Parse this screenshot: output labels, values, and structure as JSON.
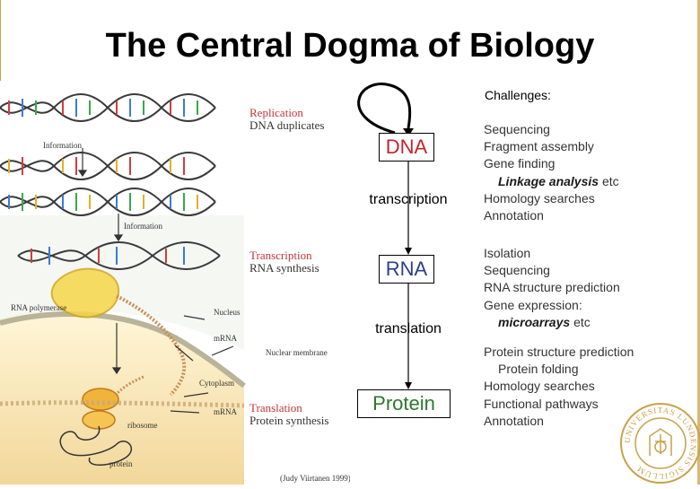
{
  "title": "The Central Dogma of Biology",
  "figure": {
    "labels": {
      "replication": "Replication",
      "dna_duplicates": "DNA duplicates",
      "information_1": "Information",
      "information_2": "Information",
      "transcription": "Transcription",
      "rna_synthesis": "RNA synthesis",
      "rna_polymerase": "RNA polymerase",
      "nucleus": "Nucleus",
      "mrna_1": "mRNA",
      "nuclear_membrane": "Nuclear membrane",
      "cytoplasm": "Cytoplasm",
      "mrna_2": "mRNA",
      "translation": "Translation",
      "protein_synthesis": "Protein synthesis",
      "ribosome": "ribosome",
      "protein": "protein",
      "credit": "(Judy Viirtanen 1999)"
    }
  },
  "flow": {
    "dna": "DNA",
    "transcription": "transcription",
    "rna": "RNA",
    "translation": "translation",
    "protein": "Protein",
    "colors": {
      "dna": "#c0262c",
      "rna": "#2b3f8c",
      "protein": "#2c7a2a"
    }
  },
  "challenges": {
    "heading": "Challenges:",
    "dna": [
      "Sequencing",
      "Fragment assembly",
      "Gene finding",
      "Linkage analysis",
      "etc",
      "Homology searches",
      "Annotation"
    ],
    "rna": [
      "Isolation",
      "Sequencing",
      "RNA structure prediction",
      "Gene expression:",
      "microarrays",
      "etc"
    ],
    "protein": [
      "Protein structure prediction",
      "Protein folding",
      "Homology searches",
      "Functional pathways",
      "Annotation"
    ]
  },
  "seal": {
    "text": "UNIVERSITAS LUNDENSIS SIGILLUM"
  }
}
